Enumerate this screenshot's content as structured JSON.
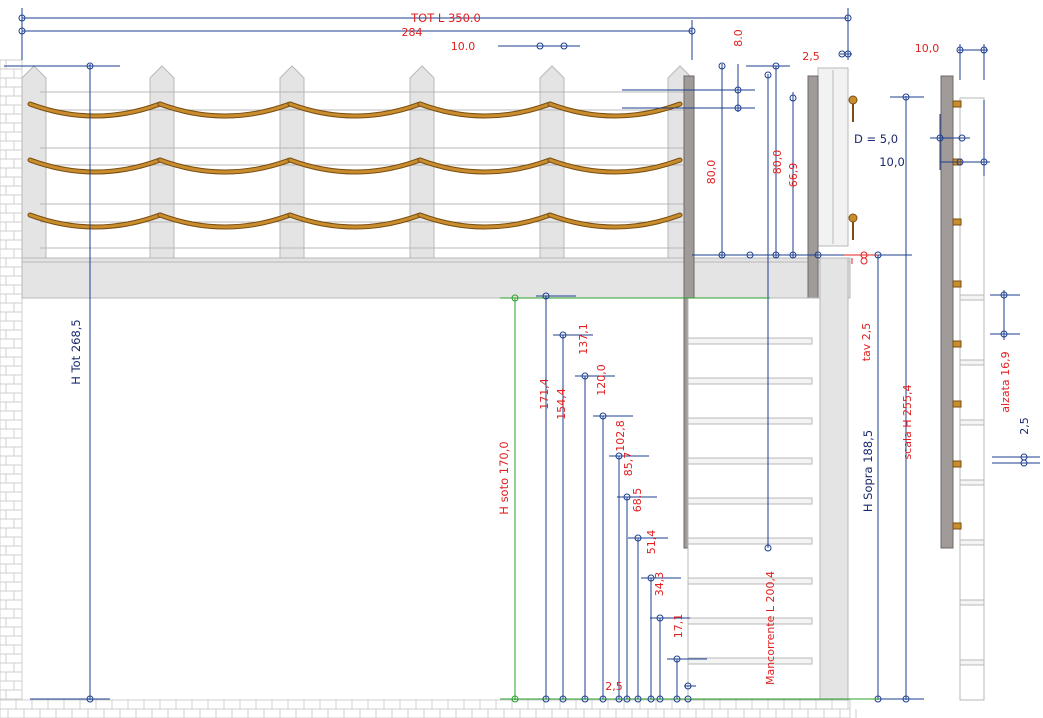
{
  "colors": {
    "red": "#e02020",
    "blue": "#1d3f8f",
    "green": "#2aa22a",
    "rope": "#c98d2e",
    "rope_dark": "#7a4e12",
    "structure": "#e4e4e4",
    "structure_edge": "#b8b8b8",
    "brick": "#cfcfcf",
    "post": "#a09a99"
  },
  "labels": {
    "tot_l": "TOT L 350.0",
    "l_284": "284",
    "l_10": "10.0",
    "l_8": "8.0",
    "l_2_5_top": "2,5",
    "l_10_right": "10,0",
    "h_tot": "H Tot 268,5",
    "v_80_a": "80,0",
    "v_80_b": "80,0",
    "v_66_9": "66,9",
    "d_5": "D = 5,0",
    "d_10": "10,0",
    "tav": "tav 2,5",
    "h_sopra": "H Sopra 188,5",
    "scala_h": "scala H 255,4",
    "alzata": "alzata 16,9",
    "l_2_5_side": "2,5",
    "h_soto": "H soto 170,0",
    "mancorrente": "Mancorrente L 200,4",
    "l_2_5_bottom": "2,5",
    "steps": [
      "171,4",
      "154,4",
      "137,1",
      "120,0",
      "102,8",
      "85,7",
      "68,5",
      "51,4",
      "34,3",
      "17,1"
    ]
  }
}
